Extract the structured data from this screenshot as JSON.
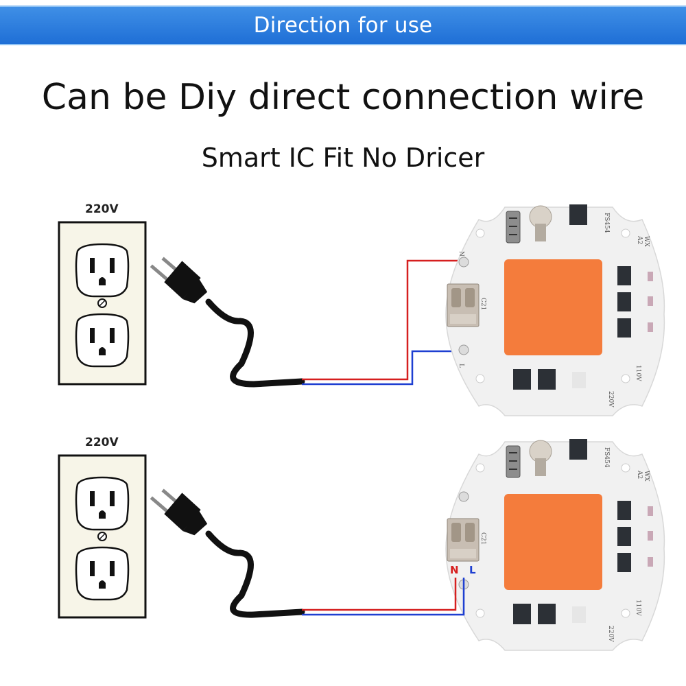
{
  "banner": {
    "text": "Direction for use"
  },
  "title": "Can be Diy direct connection wire",
  "subtitle": "Smart IC Fit No Dricer",
  "panels": [
    {
      "voltage": "220V",
      "terminal_n": "N",
      "terminal_l": "L",
      "chip_code": "FS454",
      "mark_a": "A2",
      "mark_b": "WX",
      "v110": "110V",
      "v220": "220V",
      "conn_code": "C21"
    },
    {
      "voltage": "220V",
      "terminal_n": "N",
      "terminal_l": "L",
      "chip_code": "FS454",
      "mark_a": "A2",
      "mark_b": "WX",
      "v110": "110V",
      "v220": "220V",
      "conn_code": "C21"
    }
  ],
  "colors": {
    "banner": "#2a7ddf",
    "wire_n": "#d61f1f",
    "wire_l": "#1e3fd1",
    "led": "#f47c3c",
    "pcb": "#f1f1f1"
  }
}
